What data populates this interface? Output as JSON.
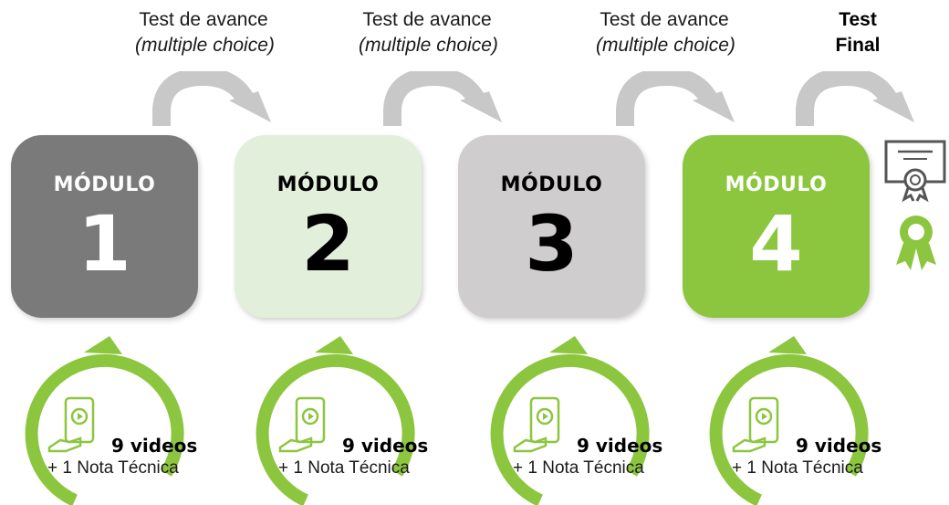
{
  "tests": [
    {
      "line1": "Test de avance",
      "line2": "(multiple choice)"
    },
    {
      "line1": "Test de avance",
      "line2": "(multiple choice)"
    },
    {
      "line1": "Test de avance",
      "line2": "(multiple choice)"
    }
  ],
  "final_test": {
    "line1": "Test",
    "line2": "Final"
  },
  "modules": [
    {
      "title": "MÓDULO",
      "number": "1",
      "color": "#7a7a7a"
    },
    {
      "title": "MÓDULO",
      "number": "2",
      "color": "#e2efda"
    },
    {
      "title": "MÓDULO",
      "number": "3",
      "color": "#cfcdcd"
    },
    {
      "title": "MÓDULO",
      "number": "4",
      "color": "#8cc63f"
    }
  ],
  "resources": [
    {
      "videos": "9 videos",
      "note": "+ 1 Nota Técnica"
    },
    {
      "videos": "9 videos",
      "note": "+ 1 Nota Técnica"
    },
    {
      "videos": "9 videos",
      "note": "+ 1 Nota Técnica"
    },
    {
      "videos": "9 videos",
      "note": "+ 1 Nota Técnica"
    }
  ],
  "colors": {
    "accent_green": "#8cc63f",
    "arrow_gray": "#c8c8c8",
    "icon_gray": "#555555"
  },
  "icons": [
    "curved-arrow-icon",
    "certificate-icon",
    "award-ribbon-icon",
    "video-phone-hand-icon"
  ]
}
